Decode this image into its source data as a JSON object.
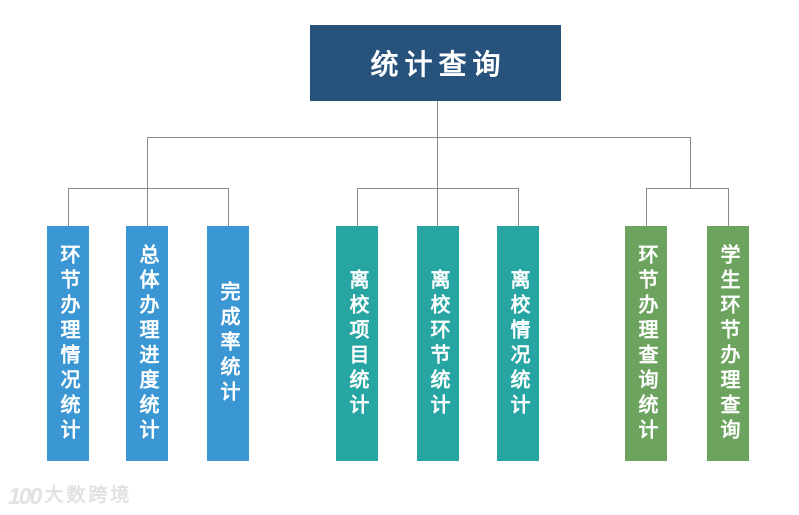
{
  "root": {
    "label": "统计查询",
    "bg": "#27527b"
  },
  "groups": [
    {
      "color": "#3b97d3",
      "bars": [
        "环节办理情况统计",
        "总体办理进度统计",
        "完成率统计"
      ]
    },
    {
      "color": "#27a5a3",
      "bars": [
        "离校项目统计",
        "离校环节统计",
        "离校情况统计"
      ]
    },
    {
      "color": "#6ca35e",
      "bars": [
        "环节办理查询统计",
        "学生环节办理查询"
      ]
    }
  ],
  "connector_color": "#8a8a8a",
  "watermark": {
    "logo_text": "100",
    "text": "大数跨境",
    "color": "#e2e2e2"
  }
}
